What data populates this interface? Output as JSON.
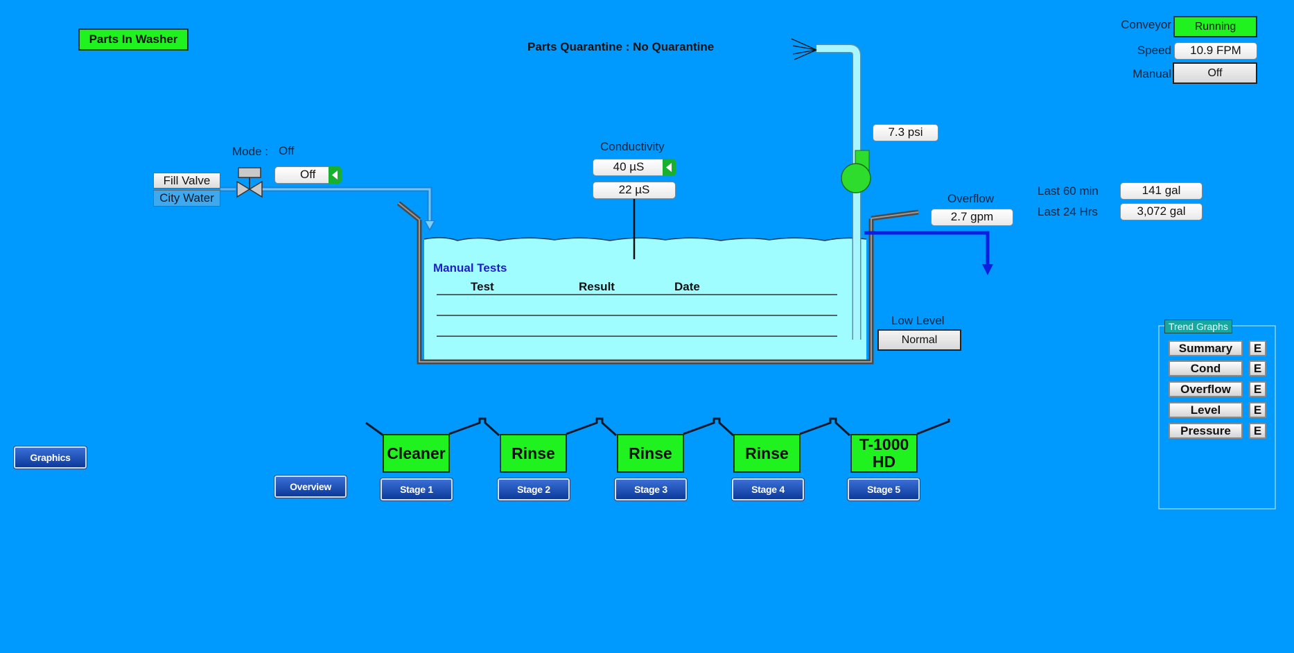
{
  "header": {
    "parts_in_washer": "Parts In Washer",
    "quarantine": "Parts Quarantine : No Quarantine"
  },
  "conveyor": {
    "conveyor_label": "Conveyor",
    "conveyor_value": "Running",
    "speed_label": "Speed",
    "speed_value": "10.9 FPM",
    "manual_label": "Manual",
    "manual_value": "Off"
  },
  "fill": {
    "mode_label": "Mode :",
    "mode_value": "Off",
    "mode_select": "Off",
    "fill_valve": "Fill Valve",
    "city_water": "City Water"
  },
  "conductivity": {
    "label": "Conductivity",
    "setpoint": "40 µS",
    "actual": "22 µS"
  },
  "pump": {
    "pressure": "7.3 psi"
  },
  "overflow": {
    "label": "Overflow",
    "value": "2.7 gpm",
    "last60_label": "Last 60 min",
    "last60_value": "141 gal",
    "last24_label": "Last 24 Hrs",
    "last24_value": "3,072 gal"
  },
  "tank": {
    "manual_tests_title": "Manual Tests",
    "columns": [
      "Test",
      "Result",
      "Date"
    ]
  },
  "low_level": {
    "label": "Low Level",
    "value": "Normal"
  },
  "trend_graphs": {
    "title": "Trend Graphs",
    "buttons": [
      "Summary",
      "Cond",
      "Overflow",
      "Level",
      "Pressure"
    ],
    "e_label": "E"
  },
  "nav": {
    "graphics": "Graphics",
    "overview": "Overview"
  },
  "stages": [
    {
      "name": "Cleaner",
      "button": "Stage 1"
    },
    {
      "name": "Rinse",
      "button": "Stage 2"
    },
    {
      "name": "Rinse",
      "button": "Stage 3"
    },
    {
      "name": "Rinse",
      "button": "Stage 4"
    },
    {
      "name": "T-1000\nHD",
      "button": "Stage 5"
    }
  ],
  "colors": {
    "background": "#0099fe",
    "status_green": "#1ff21f",
    "water": "#9ffcff",
    "overflow_pipe": "#0a1fe0"
  }
}
